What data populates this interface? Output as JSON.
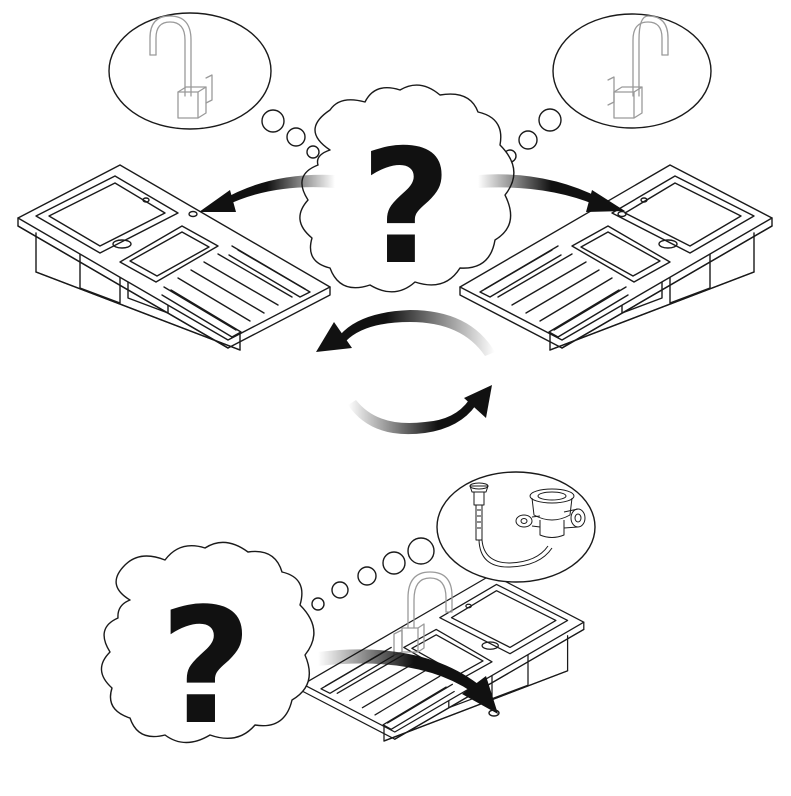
{
  "symbols": {
    "question_mark": "?"
  },
  "colors": {
    "line": "#1a1a1a",
    "arrow_dark": "#111111",
    "tap_gray": "#9a9a9a",
    "background": "#ffffff"
  },
  "icons": {
    "question_cloud": "thought-cloud-with-question-mark",
    "tap_bubble": "thought-bubble-with-tap",
    "waste_bubble": "thought-bubble-with-waste-fitting",
    "sink": "inset-double-bowl-sink-with-drainer",
    "swap_arrows": "reverse-orientation-arrows"
  }
}
